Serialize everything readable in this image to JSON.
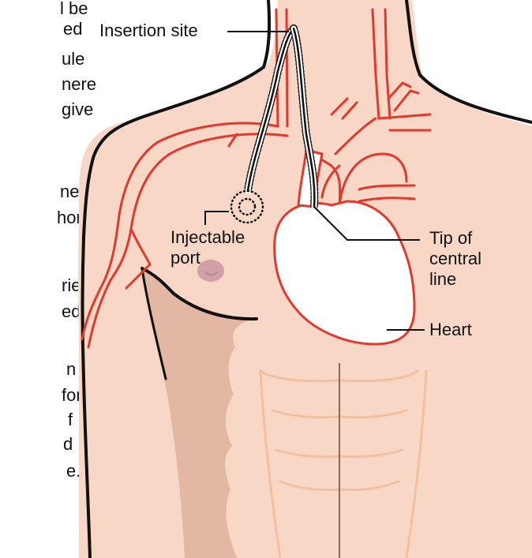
{
  "colors": {
    "skin": "#f8d7c6",
    "skin_shadow": "#e2b7a3",
    "vessel": "#e2392e",
    "outline": "#111111",
    "abs": "#f2c0a0",
    "midline": "#8a6a55",
    "nipple": "#cfa0a6"
  },
  "background_text": [
    "l be",
    "ed",
    "ule",
    "nere",
    "give",
    "",
    "ne as",
    "home",
    "",
    "ries",
    "ed",
    "",
    "n",
    "for",
    "f",
    "d",
    "e."
  ],
  "labels": {
    "insertion_site": "Insertion site",
    "injectable_port": [
      "Injectable",
      "port"
    ],
    "tip": [
      "Tip of",
      "central",
      "line"
    ],
    "heart": "Heart"
  }
}
